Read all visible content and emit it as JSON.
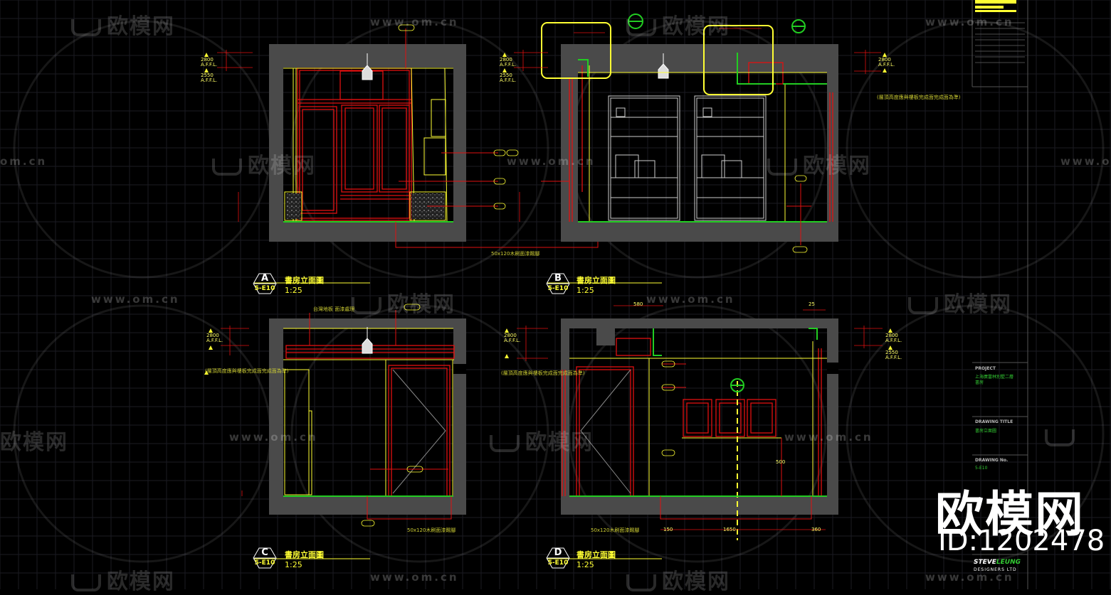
{
  "watermarks": {
    "brand_cn": "欧模网",
    "url": "www.om.cn",
    "url_short": "om.cn"
  },
  "overlay": {
    "brand": "欧模网",
    "id": "ID:1202478"
  },
  "elevations": [
    {
      "letter": "A",
      "code": "5-E10",
      "title": "書房立面圖",
      "scale": "1:25"
    },
    {
      "letter": "B",
      "code": "5-E10",
      "title": "書房立面圖",
      "scale": "1:25"
    },
    {
      "letter": "C",
      "code": "5-E10",
      "title": "書房立面圖",
      "scale": "1:25"
    },
    {
      "letter": "D",
      "code": "5-E10",
      "title": "書房立面圖",
      "scale": "1:25"
    }
  ],
  "annotations": {
    "level_top": "2800",
    "level_ceiling": "2550",
    "afl": "A.F.F.L.",
    "note_ceiling": "(層頂高度應與樓板完成面完成面為準)",
    "note_skirting": "50x120木刷面漆踢腳",
    "note_plank": "台灣地板 面漆處理",
    "dim_580": "580",
    "dim_1650": "1650",
    "dim_360": "360",
    "dim_25": "25",
    "dim_500": "500",
    "dim_150": "150"
  },
  "title_block": {
    "project_label": "PROJECT",
    "project_value": "上海廣富林別墅二層",
    "project_value2": "書房",
    "drawing_title_label": "DRAWING TITLE",
    "drawing_title_value": "書房立面圖",
    "drawing_no_label": "DRAWING No.",
    "drawing_no_value": "5-E10",
    "designer_a": "STEVE",
    "designer_b": "LEUNG",
    "designer_sub": "DESIGNERS LTD"
  },
  "colors": {
    "background": "#000000",
    "wall": "#4a4a4a",
    "red": "#e01010",
    "yellow": "#ffff33",
    "green": "#22cc22",
    "white": "#ffffff"
  }
}
